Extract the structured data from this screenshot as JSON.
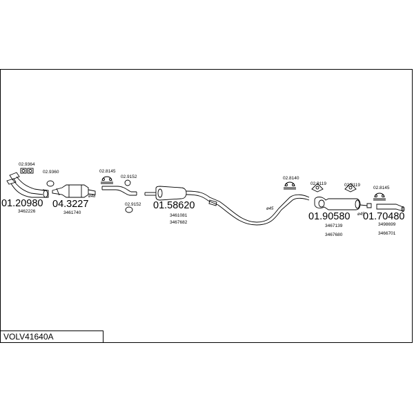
{
  "title": "VOLV41640A",
  "parts": [
    {
      "number": "01.20980",
      "refs": [
        "3462226"
      ]
    },
    {
      "number": "04.3227",
      "refs": [
        "3461740"
      ]
    },
    {
      "number": "01.58620",
      "refs": [
        "3461081",
        "3467682"
      ]
    },
    {
      "number": "01.90580",
      "refs": [
        "3467139",
        "3467680"
      ]
    },
    {
      "number": "01.70480",
      "refs": [
        "3498699",
        "3466701"
      ]
    }
  ],
  "small_parts": [
    "02.9364",
    "02.9360",
    "02.8145",
    "02.9152",
    "02.9152",
    "02.8140",
    "02.9119",
    "02.9119",
    "02.8145"
  ],
  "diameters": [
    "ø48",
    "ø45",
    "ø45"
  ]
}
